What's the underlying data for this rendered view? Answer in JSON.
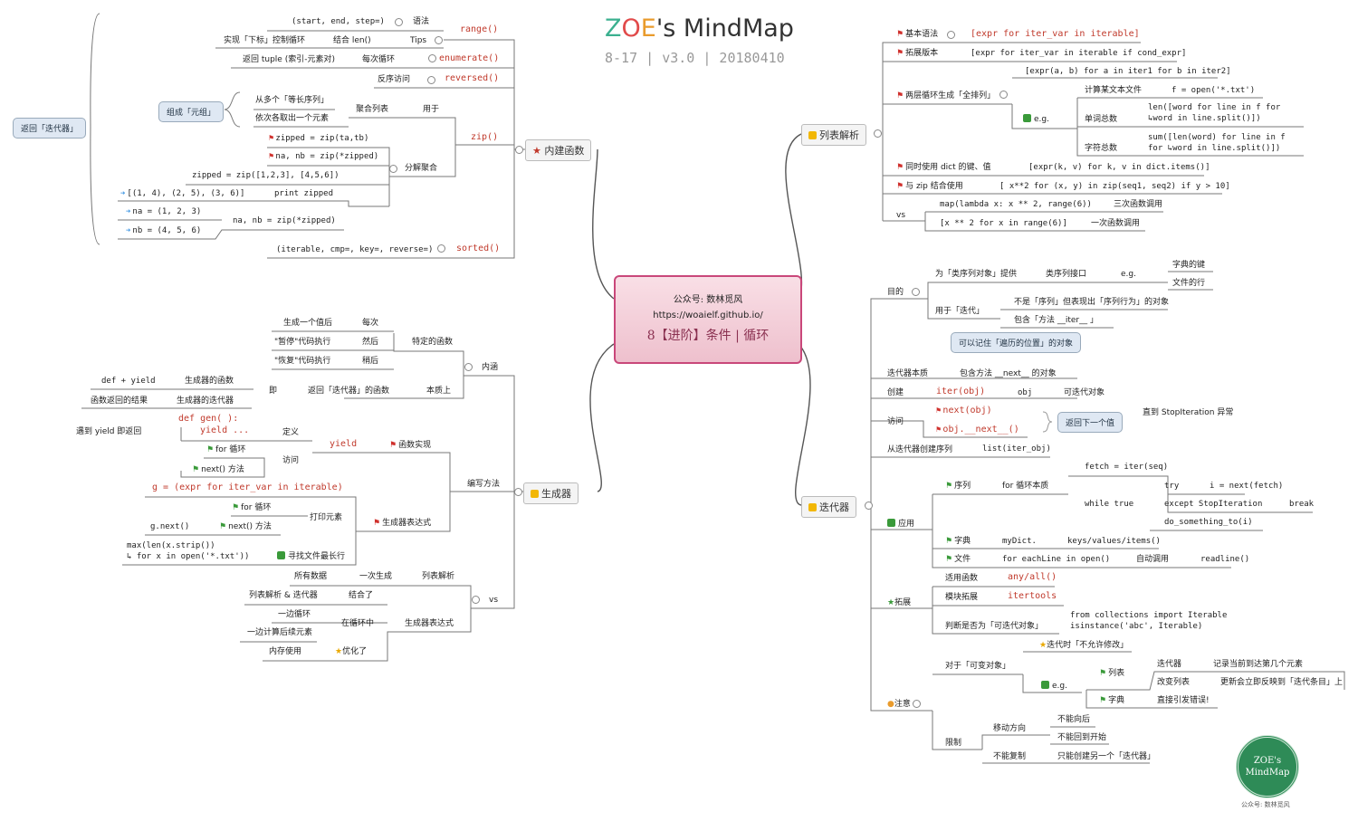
{
  "header": {
    "title_a": "Z",
    "title_b": "O",
    "title_c": "E",
    "title_rest": "'s MindMap",
    "subtitle": "8-17 | v3.0 | 20180410"
  },
  "center": {
    "line1": "公众号: 数林觅风",
    "line2": "https://woaielf.github.io/",
    "line3": "8【进阶】条件 | 循环"
  },
  "branches": {
    "builtin": "内建函数",
    "listcomp": "列表解析",
    "generator": "生成器",
    "iterator": "迭代器"
  },
  "builtin": {
    "range": "range()",
    "range_syntax": "(start, end, step=)",
    "range_syntax_label": "语法",
    "range_tip1": "实现「下标」控制循环",
    "range_tip2": "结合 len()",
    "range_tips": "Tips",
    "enumerate": "enumerate()",
    "enum_desc1": "返回 tuple (索引-元素对)",
    "enum_desc2": "每次循环",
    "reversed": "reversed()",
    "reversed_desc": "反序访问",
    "zip": "zip()",
    "zip_use": "用于",
    "zip_agg": "聚合列表",
    "zip_from": "从多个「等长序列」",
    "zip_take": "依次各取出一个元素",
    "zip_tuple": "组成「元组」",
    "zip_returns": "返回「迭代器」",
    "zipped1": "zipped = zip(ta,tb)",
    "zipped2": "na, nb = zip(*zipped)",
    "zip_split": "分解聚合",
    "zipped3": "zipped = zip([1,2,3], [4,5,6])",
    "print_zipped": "print zipped",
    "res_list": "[(1, 4), (2, 5), (3, 6)]",
    "na": "na = (1, 2, 3)",
    "nb": "nb = (4, 5, 6)",
    "na_nb": "na, nb = zip(*zipped)",
    "sorted": "sorted()",
    "sorted_sig": "(iterable, cmp=, key=, reverse=)"
  },
  "listcomp": {
    "basic_label": "基本语法",
    "basic": "[expr for iter_var in iterable]",
    "ext_label": "拓展版本",
    "ext": "[expr for iter_var in iterable if cond_expr]",
    "double_label": "两层循环生成「全排列」",
    "double": "[expr(a, b) for a in iter1 for b in iter2]",
    "eg": "e.g.",
    "calc_file": "计算某文本文件",
    "fopen": "f = open('*.txt')",
    "words_label": "单词总数",
    "words": "len([word for line in f for ↳word in line.split()])",
    "chars_label": "字符总数",
    "chars": "sum([len(word) for line in f for ↳word in line.split()])",
    "dict_label": "同时使用 dict 的键、值",
    "dict": "[expr(k, v) for k, v in dict.items()]",
    "zip_label": "与 zip 结合使用",
    "zip": "[ x**2 for (x, y) in zip(seq1, seq2) if y > 10]",
    "vs": "vs",
    "map": "map(lambda x: x ** 2, range(6))",
    "map_note": "三次函数调用",
    "lc": "[x ** 2 for x in range(6)]",
    "lc_note": "一次函数调用"
  },
  "generator": {
    "meaning": "内涵",
    "special": "特定的函数",
    "gen1": "生成一个值后",
    "each": "每次",
    "pause": "\"暂停\"代码执行",
    "then": "然后",
    "resume": "\"恢复\"代码执行",
    "later": "稍后",
    "essence": "本质上",
    "returns_iter": "返回「迭代器」的函数",
    "that_is": "即",
    "def_yield": "def + yield",
    "gen_func": "生成器的函数",
    "func_result": "函数返回的结果",
    "gen_iter": "生成器的迭代器",
    "write": "编写方法",
    "def_gen": "def gen( ):",
    "yield_line": "yield ...",
    "define": "定义",
    "stop_yield": "遇到 yield 即返回",
    "yield": "yield",
    "func_impl": "函数实现",
    "for_loop": "for 循环",
    "next_m": "next() 方法",
    "visit": "访问",
    "gexpr": "g = (expr for iter_var in iterable)",
    "gexpr_label": "生成器表达式",
    "print_el": "打印元素",
    "g_next": "g.next()",
    "max_expr1": "max(len(x.strip())",
    "max_expr2": "↳ for x in open('*.txt'))",
    "find_long": "寻找文件最长行",
    "vs": "vs",
    "all_data": "所有数据",
    "once": "一次生成",
    "lc": "列表解析",
    "lc_gen": "列表解析 & 迭代器",
    "combine": "结合了",
    "loop_side": "一边循环",
    "calc_side": "一边计算后续元素",
    "in_loop": "在循环中",
    "gen_expr": "生成器表达式",
    "mem": "内存使用",
    "optimized": "优化了"
  },
  "iterator": {
    "purpose": "目的",
    "seq_provide": "为「类序列对象」提供",
    "seq_iface": "类序列接口",
    "eg": "e.g.",
    "dict_key": "字典的键",
    "file_line": "文件的行",
    "for_iter": "用于「迭代」",
    "not_seq": "不是「序列」但表现出「序列行为」的对象",
    "has_iter": "包含「方法 __iter__ 」",
    "remember": "可以记住「遍历的位置」的对象",
    "essence": "迭代器本质",
    "has_next": "包含方法 __next__ 的对象",
    "create": "创建",
    "iter_obj": "iter(obj)",
    "obj": "obj",
    "iterable_obj": "可迭代对象",
    "access": "访问",
    "next_obj": "next(obj)",
    "obj_next": "obj.__next__()",
    "return_next": "返回下一个值",
    "until_stop": "直到 StopIteration 异常",
    "from_iter": "从迭代器创建序列",
    "list_iter": "list(iter_obj)",
    "apply": "应用",
    "seq": "序列",
    "for_essence": "for 循环本质",
    "fetch": "fetch = iter(seq)",
    "while_true": "while true",
    "try": "try",
    "i_next": "i = next(fetch)",
    "except": "except StopIteration",
    "break": "break",
    "do_sth": "do_something_to(i)",
    "dict": "字典",
    "mydict": "myDict.",
    "kvi": "keys/values/items()",
    "file": "文件",
    "each_line": "for eachLine in open()",
    "auto": "自动调用",
    "readline": "readline()",
    "ext": "拓展",
    "apply_func": "适用函数",
    "anyall": "any/all()",
    "mod_ext": "模块拓展",
    "itertools": "itertools",
    "is_iterable": "判断是否为「可迭代对象」",
    "coll1": "from collections import Iterable",
    "coll2": "isinstance('abc', Iterable)",
    "note": "注意",
    "mutable": "对于「可变对象」",
    "no_modify": "迭代时「不允许修改」",
    "list": "列表",
    "iterator": "迭代器",
    "remember_n": "记录当前到达第几个元素",
    "change_list": "改变列表",
    "update": "更新会立即反映到「迭代条目」上",
    "dict_err": "直接引发错误!",
    "limit": "限制",
    "move_dir": "移动方向",
    "no_back": "不能向后",
    "no_restart": "不能回到开始",
    "no_copy": "不能复制",
    "only_new": "只能创建另一个「迭代器」"
  },
  "seal": {
    "line1": "ZOE's",
    "line2": "MindMap",
    "caption": "公众号: 数林觅风"
  },
  "colors": {
    "accent": "#c9477a",
    "line": "#555555",
    "flag_red": "#d0312d",
    "flag_green": "#3a9a3a"
  }
}
